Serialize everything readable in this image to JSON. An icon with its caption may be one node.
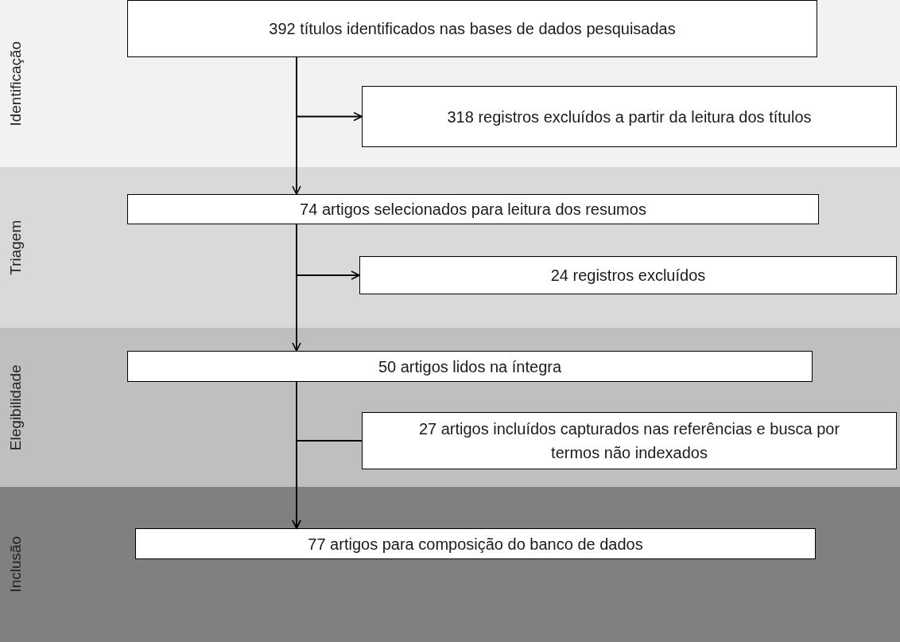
{
  "diagram": {
    "nodes": [
      {
        "text": [
          "Identificação"
        ]
      },
      {
        "text": [
          "392 títulos identificados nas bases de dados pesquisadas"
        ],
        "in": 0
      },
      {
        "text": [
          "318 registros excluídos a partir da leitura dos títulos"
        ],
        "in": 0
      },
      {
        "text": [
          "Triagem"
        ]
      },
      {
        "text": [
          "74 artigos selecionados para leitura dos resumos"
        ],
        "in": 3
      },
      {
        "text": [
          "24 registros excluídos"
        ],
        "in": 3
      },
      {
        "text": [
          "Elegibilidade"
        ]
      },
      {
        "text": [
          "50 artigos lidos na íntegra"
        ],
        "in": 6
      },
      {
        "text": [
          "27 artigos incluídos capturados nas referências e busca por termos não indexados"
        ],
        "in": 6
      },
      {
        "text": [
          "Inclusão"
        ]
      },
      {
        "text": [
          "77 artigos para composição do banco de dados"
        ],
        "in": 9
      }
    ],
    "edges": [
      {
        "from": 1,
        "to": 4,
        "arrow": "to"
      },
      {
        "from": 1,
        "to": 2,
        "arrow": "to"
      },
      {
        "from": 4,
        "to": 7,
        "arrow": "to"
      },
      {
        "from": 4,
        "to": 5,
        "arrow": "to"
      },
      {
        "from": 7,
        "to": 10,
        "arrow": "to"
      },
      {
        "from": 8,
        "to": 10,
        "arrow": "to"
      }
    ]
  }
}
